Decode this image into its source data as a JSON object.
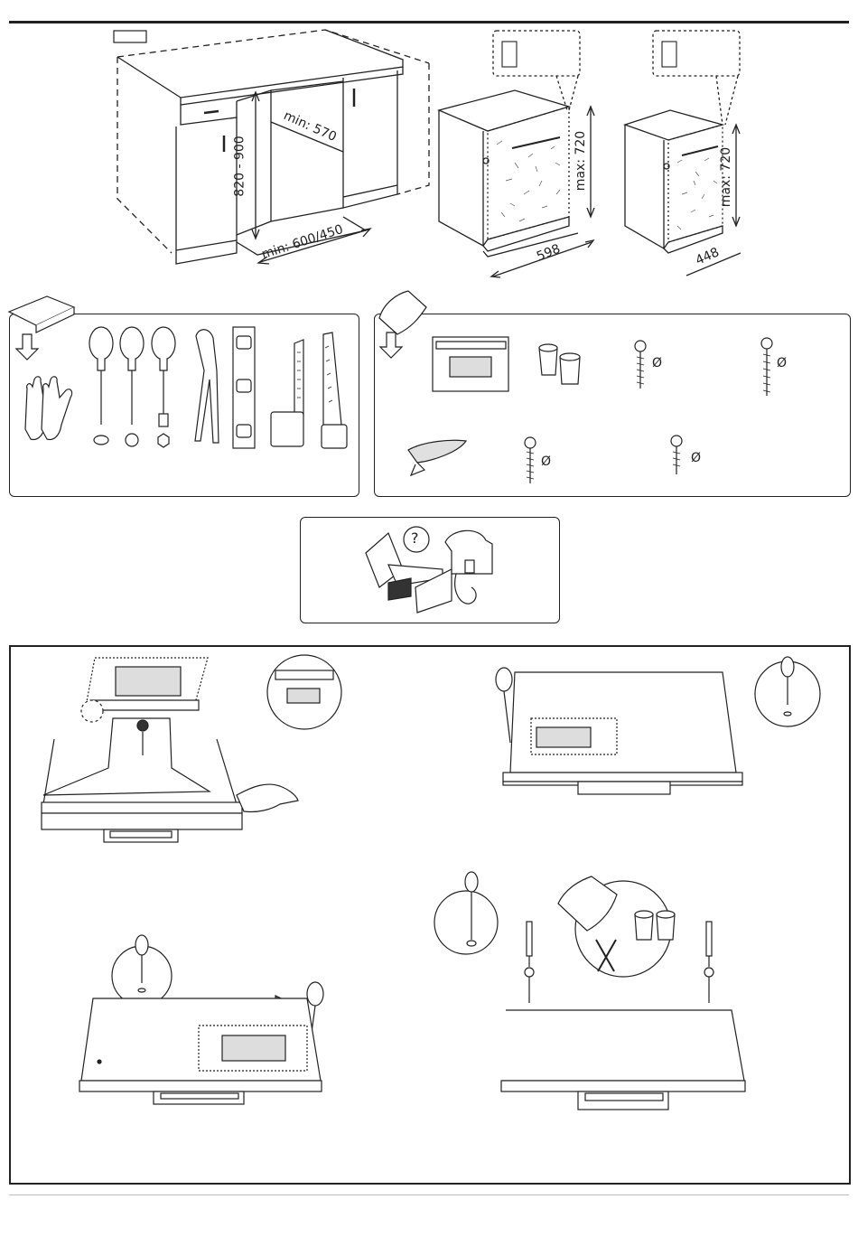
{
  "cabinet": {
    "height_range": "820 - 900",
    "depth_min": "min: 570",
    "width_min": "min: 600/450"
  },
  "dishwashers": {
    "large": {
      "width": "598",
      "max_height": "max: 720"
    },
    "small": {
      "width": "448",
      "max_height": "max: 720"
    }
  },
  "parts": {
    "diameter_symbol": "Ø",
    "help_symbol": "?"
  },
  "colors": {
    "outline": "#222222",
    "arrow_fill": "#777777",
    "panel_fill": "#f2f2f2"
  },
  "icons": [
    "gloves-icon",
    "flat-screwdriver-icon",
    "phillips-screwdriver-icon",
    "torx-screwdriver-icon",
    "pliers-icon",
    "spirit-level-icon",
    "square-ruler-icon",
    "saw-icon",
    "template-sheet-icon",
    "spacer-bushings-icon",
    "screw-icon",
    "vapour-strip-icon",
    "manual-icon",
    "question-icon",
    "eye-icon",
    "hand-icon",
    "hinge-bracket-icon"
  ]
}
